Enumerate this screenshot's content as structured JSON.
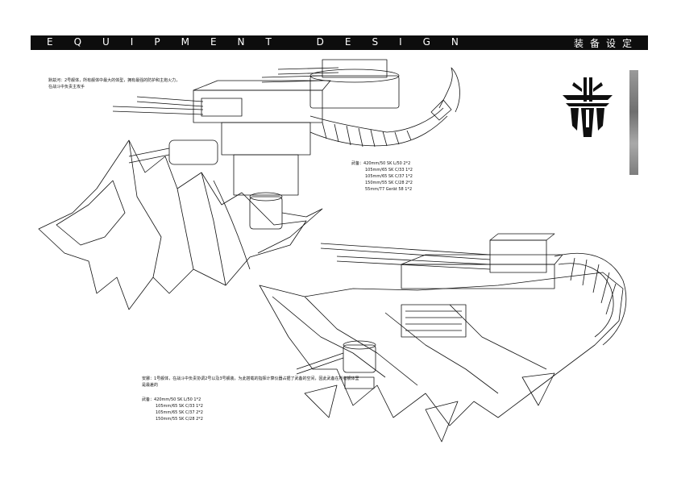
{
  "header": {
    "title_en": "EQUIPMENT DESIGN",
    "title_cn": "装备设定"
  },
  "ship1": {
    "description": "默兹河：2号舰体，所有舰体中最大的体型，拥有最强的防护和主炮火力，在战斗中负责主攻手",
    "armament_label": "武备：",
    "armament": [
      "420mm/50 SK L/50  2*2",
      "105mm/65 SK C/33  1*2",
      "105mm/65 SK C/37  1*2",
      "150mm/55 SK C/28  2*2",
      "55mm/77 Gerät 58  1*2"
    ]
  },
  "ship2": {
    "description": "安娜：1号舰体，在战斗中负责协调2号以及3号舰装，为此搭载的指挥计算仪器占据了武备的空间，因此武备在所有舰体里是最差的",
    "armament_label": "武备：",
    "armament": [
      "420mm/50 SK L/50  1*2",
      "105mm/65 SK C/33  1*2",
      "105mm/65 SK C/37  2*2",
      "150mm/55 SK C/28  2*2"
    ]
  }
}
